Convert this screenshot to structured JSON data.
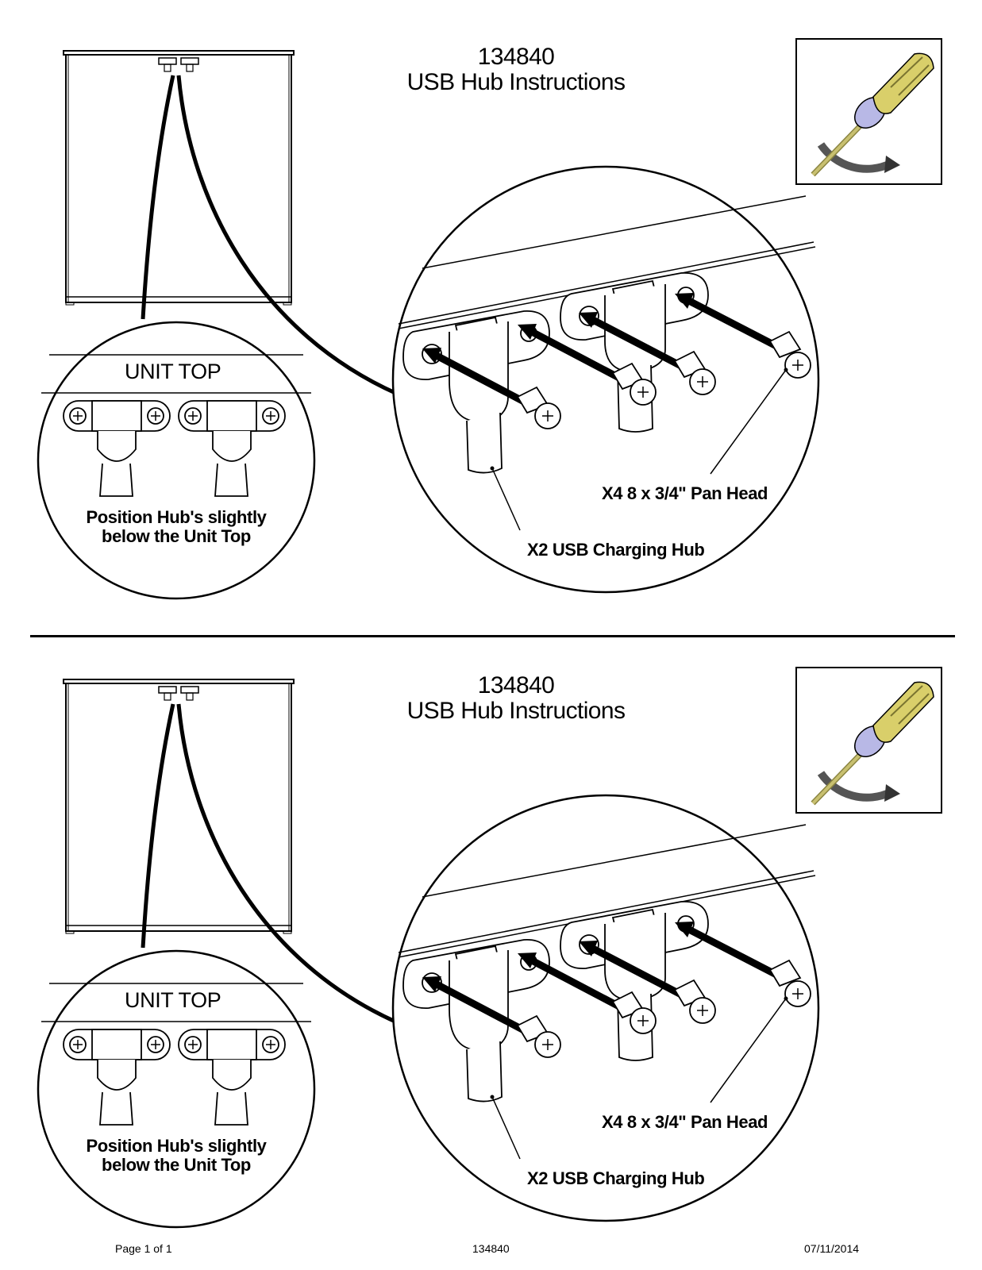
{
  "panels": [
    {
      "title_number": "134840",
      "title_text": "USB Hub Instructions",
      "unit_top_label": "UNIT TOP",
      "position_note": "Position Hub's slightly below the Unit Top",
      "screw_label": "X4 8 x 3/4\" Pan Head",
      "hub_label": "X2 USB Charging Hub",
      "tool_icon": "screwdriver-icon"
    },
    {
      "title_number": "134840",
      "title_text": "USB Hub Instructions",
      "unit_top_label": "UNIT TOP",
      "position_note": "Position Hub's slightly below the Unit Top",
      "screw_label": "X4 8 x 3/4\" Pan Head",
      "hub_label": "X2 USB Charging Hub",
      "tool_icon": "screwdriver-icon"
    }
  ],
  "footer": {
    "page": "Page 1 of 1",
    "doc_number": "134840",
    "date": "07/11/2014"
  },
  "colors": {
    "line": "#000000",
    "tool_handle": "#d9cf6a",
    "tool_ferrule": "#b8b8e6",
    "tool_blade": "#c8c070"
  }
}
